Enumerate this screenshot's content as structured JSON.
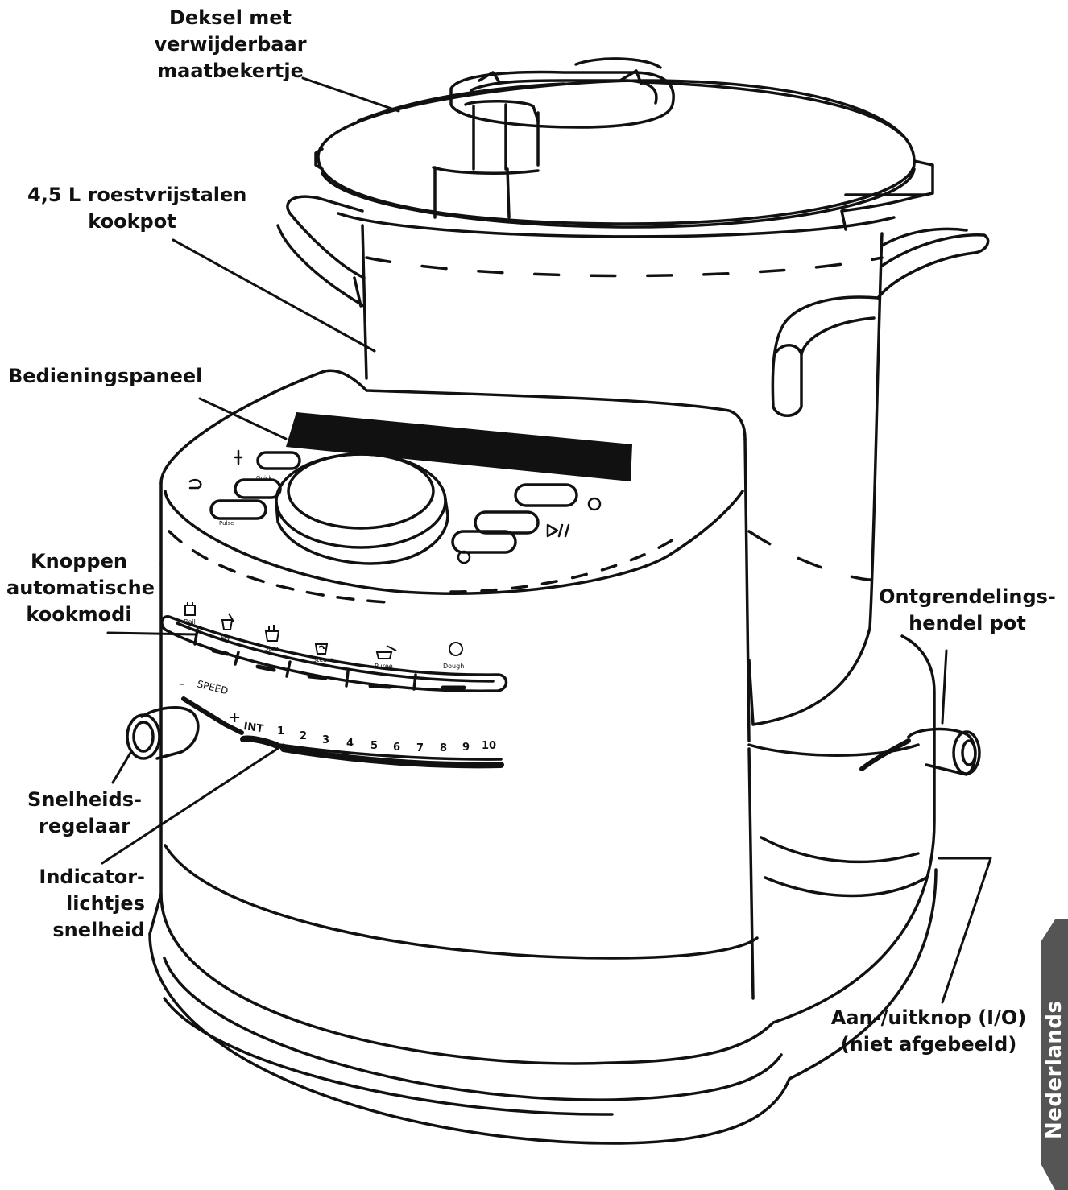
{
  "labels": {
    "lid": [
      "Deksel met",
      "verwijderbaar",
      "maatbekertje"
    ],
    "pot": [
      "4,5 L roestvrijstalen",
      "kookpot"
    ],
    "panel": [
      "Bedieningspaneel"
    ],
    "modes": [
      "Knoppen",
      "automatische",
      "kookmodi"
    ],
    "speed_control": [
      "Snelheids-",
      "regelaar"
    ],
    "speed_lights": [
      "Indicator-",
      "lichtjes",
      "snelheid"
    ],
    "release": [
      "Ontgrendelings-",
      "hendel pot"
    ],
    "power": [
      "Aan-/uitknop (I/O)",
      "(niet afgebeeld)"
    ]
  },
  "language_tab": "Nederlands",
  "device": {
    "speed_label": "SPEED",
    "speed_minus": "–",
    "speed_plus": "+",
    "speed_steps": [
      "INT",
      "1",
      "2",
      "3",
      "4",
      "5",
      "6",
      "7",
      "8",
      "9",
      "10"
    ],
    "mode_buttons": [
      "Boil",
      "Fry",
      "Stew",
      "Steam",
      "Puree",
      "Dough"
    ],
    "panel_button_labels": [
      "Quick",
      "Pulse"
    ]
  },
  "colors": {
    "ink": "#111111",
    "tab": "#555555"
  }
}
